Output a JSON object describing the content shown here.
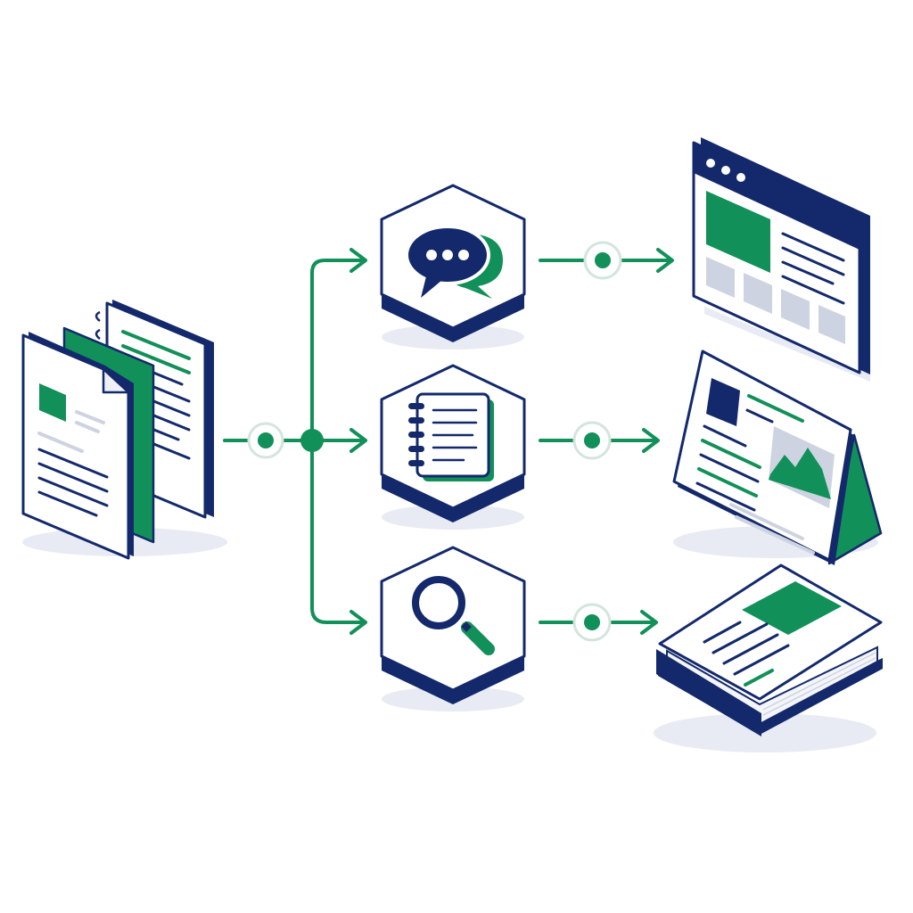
{
  "colors": {
    "navy": "#13296b",
    "green": "#12905a",
    "gray": "#ced3e1",
    "shadow": "#e8ebf4",
    "paper": "#ffffff",
    "node_halo": "#d3e5dc"
  },
  "source": {
    "name": "source-documents",
    "icons": [
      "document-stack-icon",
      "spiral-notebook-icon"
    ]
  },
  "steps": [
    {
      "name": "chat-step",
      "icon": "chat-bubbles-icon"
    },
    {
      "name": "notes-step",
      "icon": "notepad-icon"
    },
    {
      "name": "search-step",
      "icon": "magnifier-icon"
    }
  ],
  "outputs": [
    {
      "name": "web-page-output",
      "icon": "browser-window-icon"
    },
    {
      "name": "brochure-output",
      "icon": "tent-card-brochure-icon"
    },
    {
      "name": "book-output",
      "icon": "book-icon"
    }
  ]
}
